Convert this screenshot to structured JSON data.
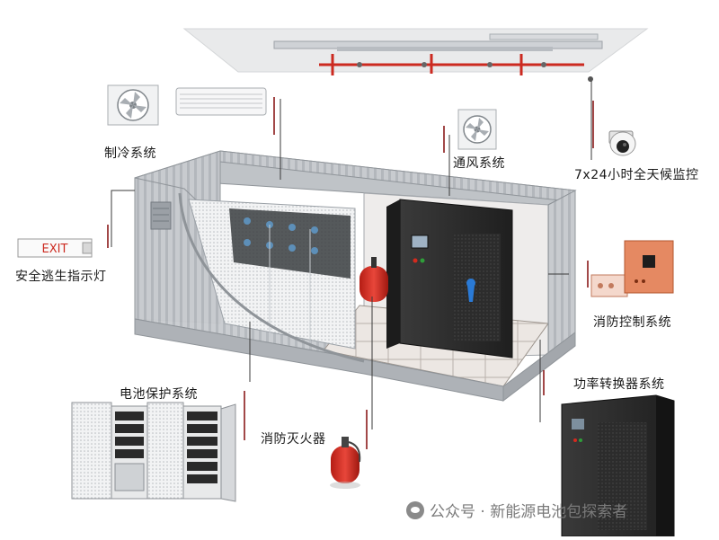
{
  "labels": {
    "cooling": "制冷系统",
    "ventilation": "通风系统",
    "monitoring": "7x24小时全天候监控",
    "emergency_light": "安全逃生指示灯",
    "fire_control": "消防控制系统",
    "battery_protection": "电池保护系统",
    "fire_extinguisher": "消防灭火器",
    "power_converter": "功率转换器系统"
  },
  "exit_sign_text": "EXIT",
  "watermark": "公众号 · 新能源电池包探索者",
  "colors": {
    "leader_line": "#8b1a1a",
    "container": "#c9ccd0",
    "extinguisher": "#d42a1e",
    "cabinet_dark": "#2b2b2b",
    "fire_panel": "#e07a52"
  },
  "icons": [
    "wechat-icon",
    "fan-icon",
    "camera-icon"
  ]
}
